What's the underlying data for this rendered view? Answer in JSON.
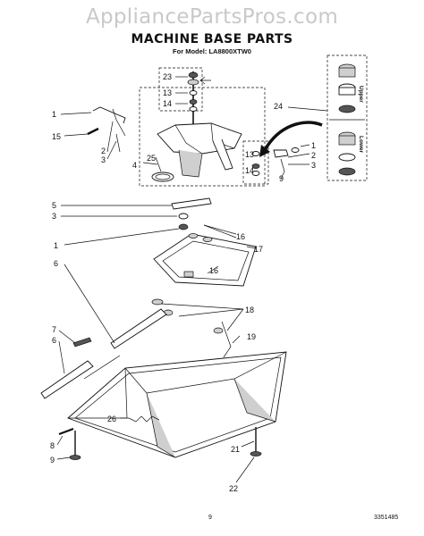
{
  "watermark": "AppliancePartsPros.com",
  "title": "MACHINE BASE PARTS",
  "model": "For Model: LA8800XTW0",
  "page_number": "9",
  "doc_number": "3351485",
  "bearing_labels": {
    "upper": "Upper",
    "lower": "Lower"
  },
  "callouts": {
    "c1a": "1",
    "c1b": "1",
    "c1c": "1",
    "c2a": "2",
    "c2b": "2",
    "c3a": "3",
    "c3b": "3",
    "c3c": "3",
    "c4": "4",
    "c5": "5",
    "c6a": "6",
    "c6b": "6",
    "c7": "7",
    "c8": "8",
    "c9a": "9",
    "c9b": "9",
    "c13a": "13",
    "c13b": "13",
    "c14a": "14",
    "c14b": "14",
    "c15": "15",
    "c16a": "16",
    "c16b": "16",
    "c17": "17",
    "c18": "18",
    "c19": "19",
    "c21": "21",
    "c22": "22",
    "c23": "23",
    "c24": "24",
    "c25": "25",
    "c26": "26"
  }
}
